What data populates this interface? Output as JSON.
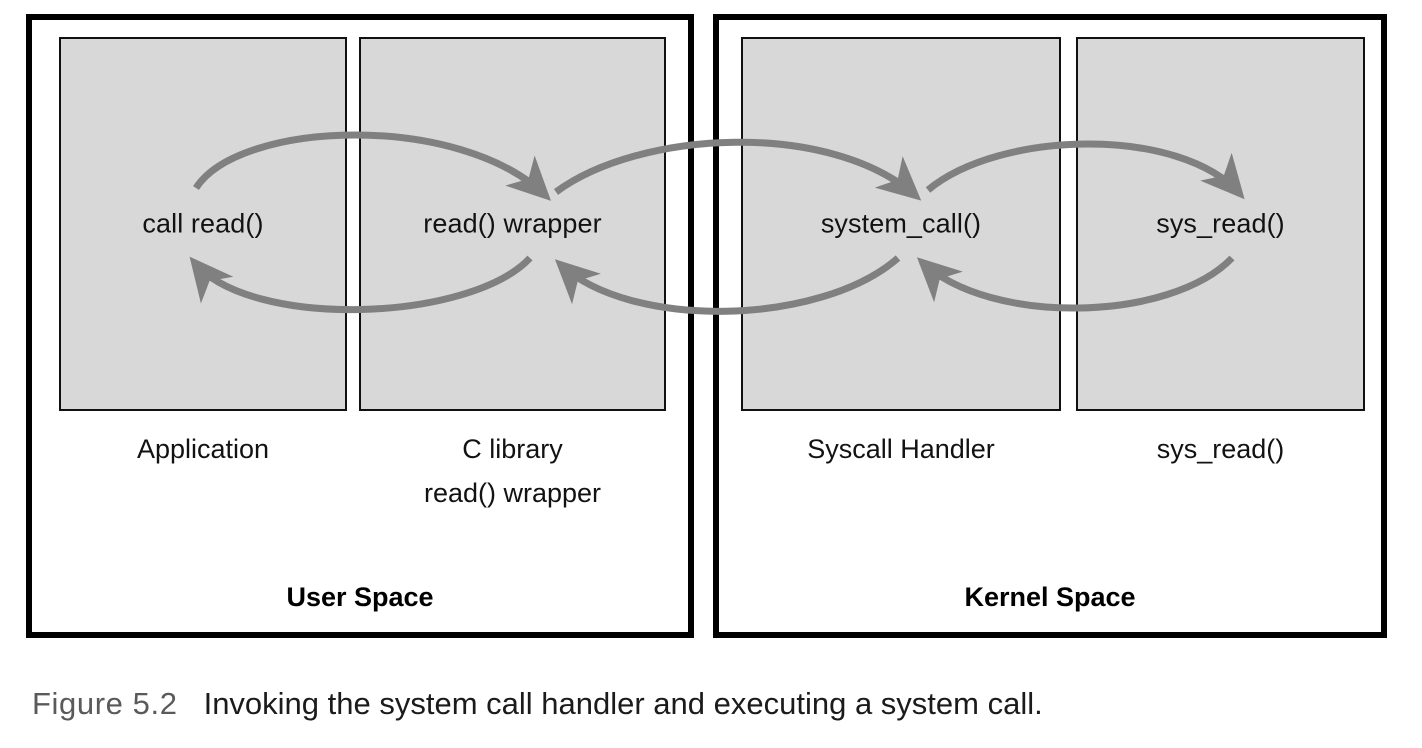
{
  "figure": {
    "number": "Figure 5.2",
    "caption": "Invoking the system call handler and executing a system call."
  },
  "spaces": [
    {
      "id": "user",
      "title": "User Space"
    },
    {
      "id": "kernel",
      "title": "Kernel Space"
    }
  ],
  "components": [
    {
      "id": "application",
      "box_label": "call read()",
      "under_label_line1": "Application",
      "under_label_line2": ""
    },
    {
      "id": "clibrary",
      "box_label": "read() wrapper",
      "under_label_line1": "C library",
      "under_label_line2": "read() wrapper"
    },
    {
      "id": "syscall",
      "box_label": "system_call()",
      "under_label_line1": "Syscall Handler",
      "under_label_line2": ""
    },
    {
      "id": "sysread",
      "box_label": "sys_read()",
      "under_label_line1": "sys_read()",
      "under_label_line2": ""
    }
  ],
  "arrows": [
    {
      "id": "app-to-libc",
      "from": "call read()",
      "to": "read() wrapper",
      "direction": "right",
      "icon": "curved-arrow-icon"
    },
    {
      "id": "libc-to-app",
      "from": "read() wrapper",
      "to": "call read()",
      "direction": "left",
      "icon": "curved-arrow-icon"
    },
    {
      "id": "libc-to-syscall",
      "from": "read() wrapper",
      "to": "system_call()",
      "direction": "right",
      "icon": "curved-arrow-icon"
    },
    {
      "id": "syscall-to-libc",
      "from": "system_call()",
      "to": "read() wrapper",
      "direction": "left",
      "icon": "curved-arrow-icon"
    },
    {
      "id": "syscall-to-sysread",
      "from": "system_call()",
      "to": "sys_read()",
      "direction": "right",
      "icon": "curved-arrow-icon"
    },
    {
      "id": "sysread-to-syscall",
      "from": "sys_read()",
      "to": "system_call()",
      "direction": "left",
      "icon": "curved-arrow-icon"
    }
  ],
  "colors": {
    "box_fill": "#d8d8d8",
    "box_border": "#111111",
    "space_border": "#000000",
    "arrow": "#808080",
    "text": "#121212",
    "caption_number": "#5a5a5a",
    "background": "#ffffff"
  }
}
